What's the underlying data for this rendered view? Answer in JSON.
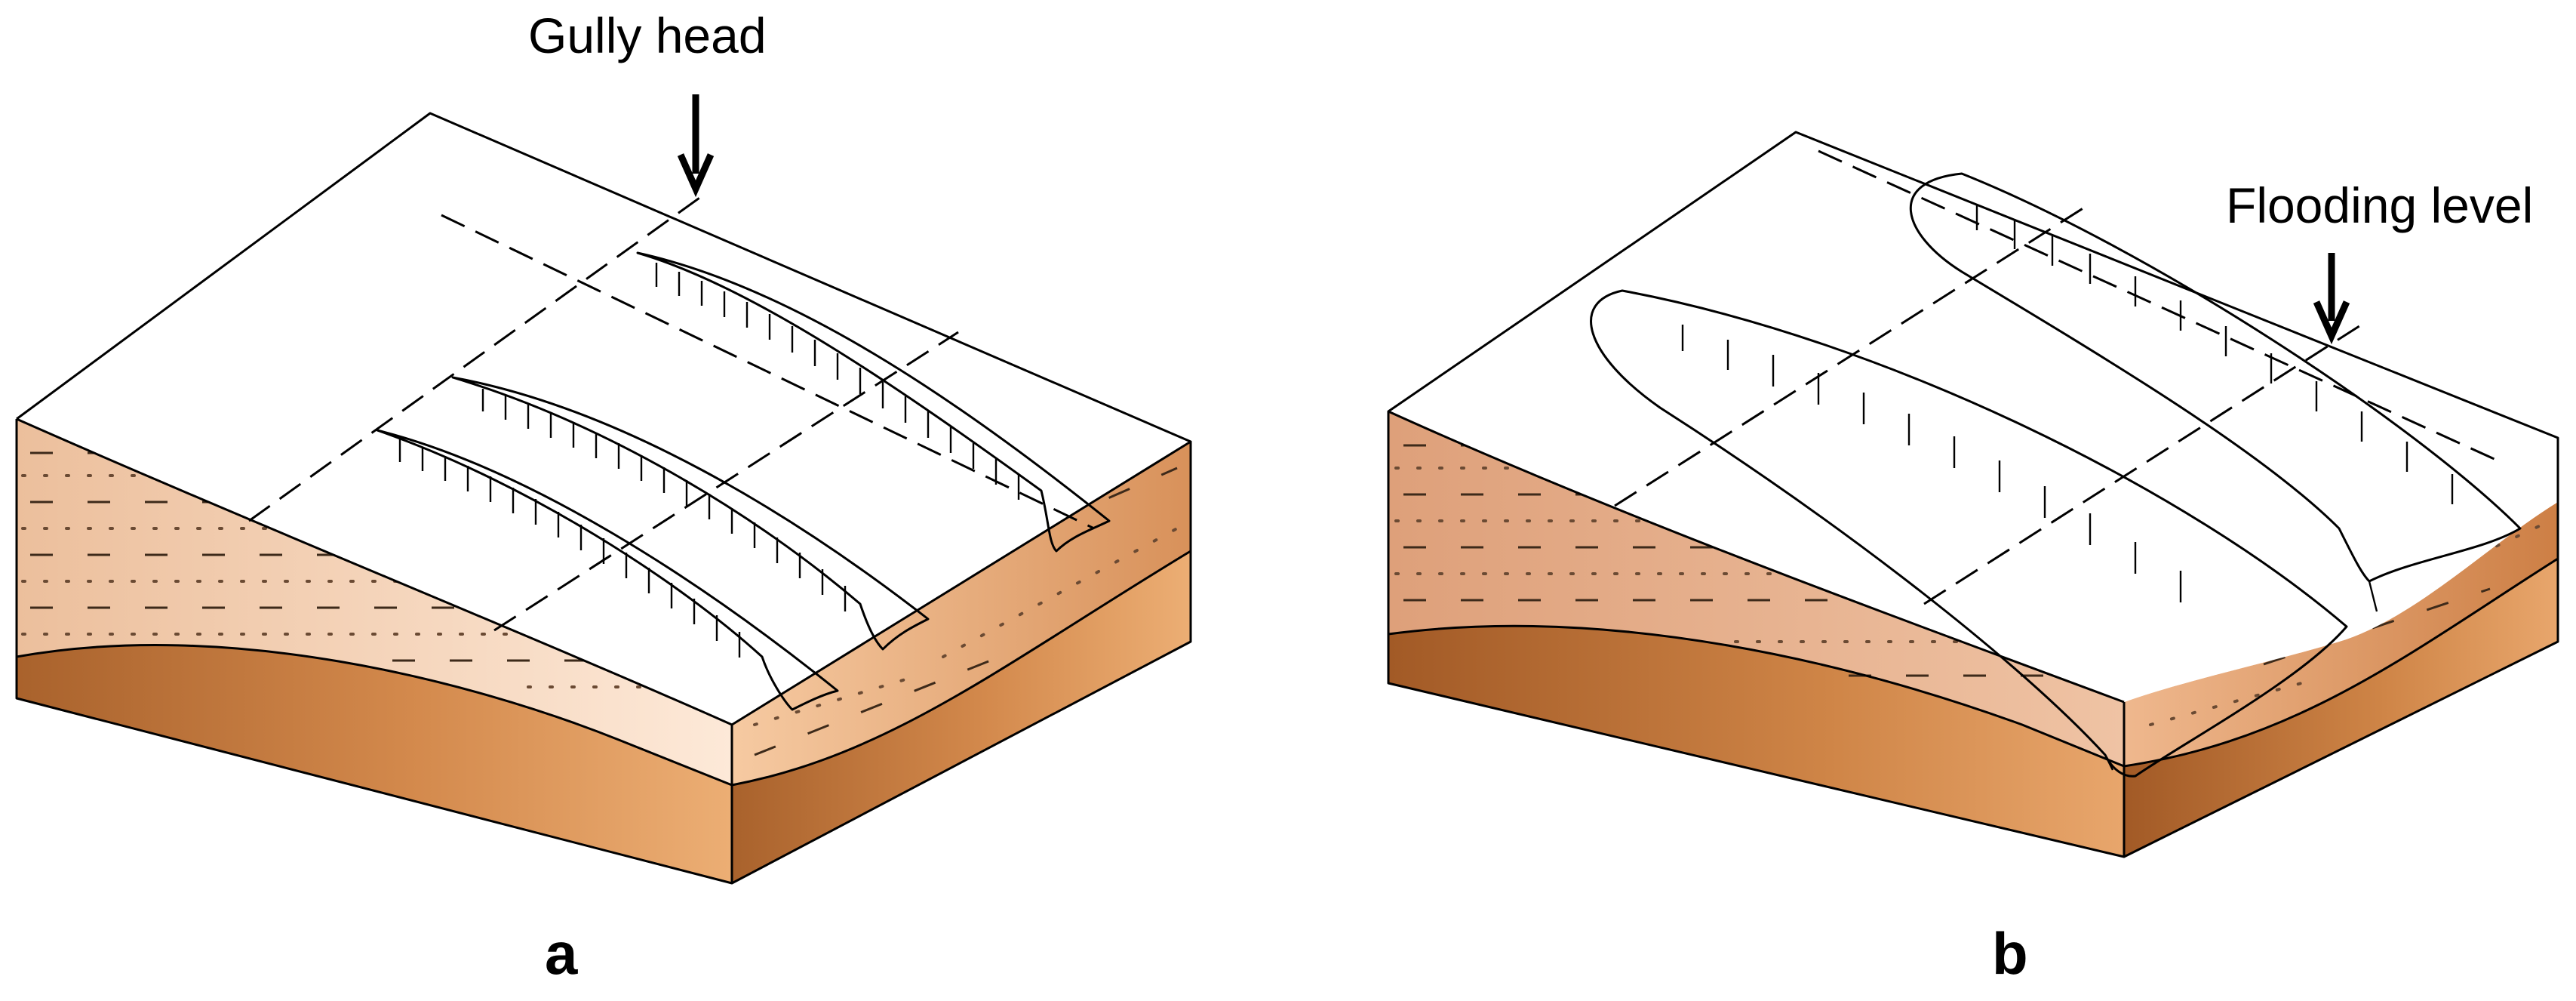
{
  "panels": [
    {
      "letter": "a",
      "callout": "Gully head"
    },
    {
      "letter": "b",
      "callout": "Flooding level"
    }
  ],
  "colors": {
    "upper_layer_light": "#fbe3cf",
    "upper_layer_dark": "#e2aa84",
    "lower_layer_light": "#ecae74",
    "lower_layer_dark": "#a9622c",
    "surface": "#ffffff",
    "line": "#000000"
  },
  "icons": {
    "callout_arrow": "arrow-down-icon"
  }
}
